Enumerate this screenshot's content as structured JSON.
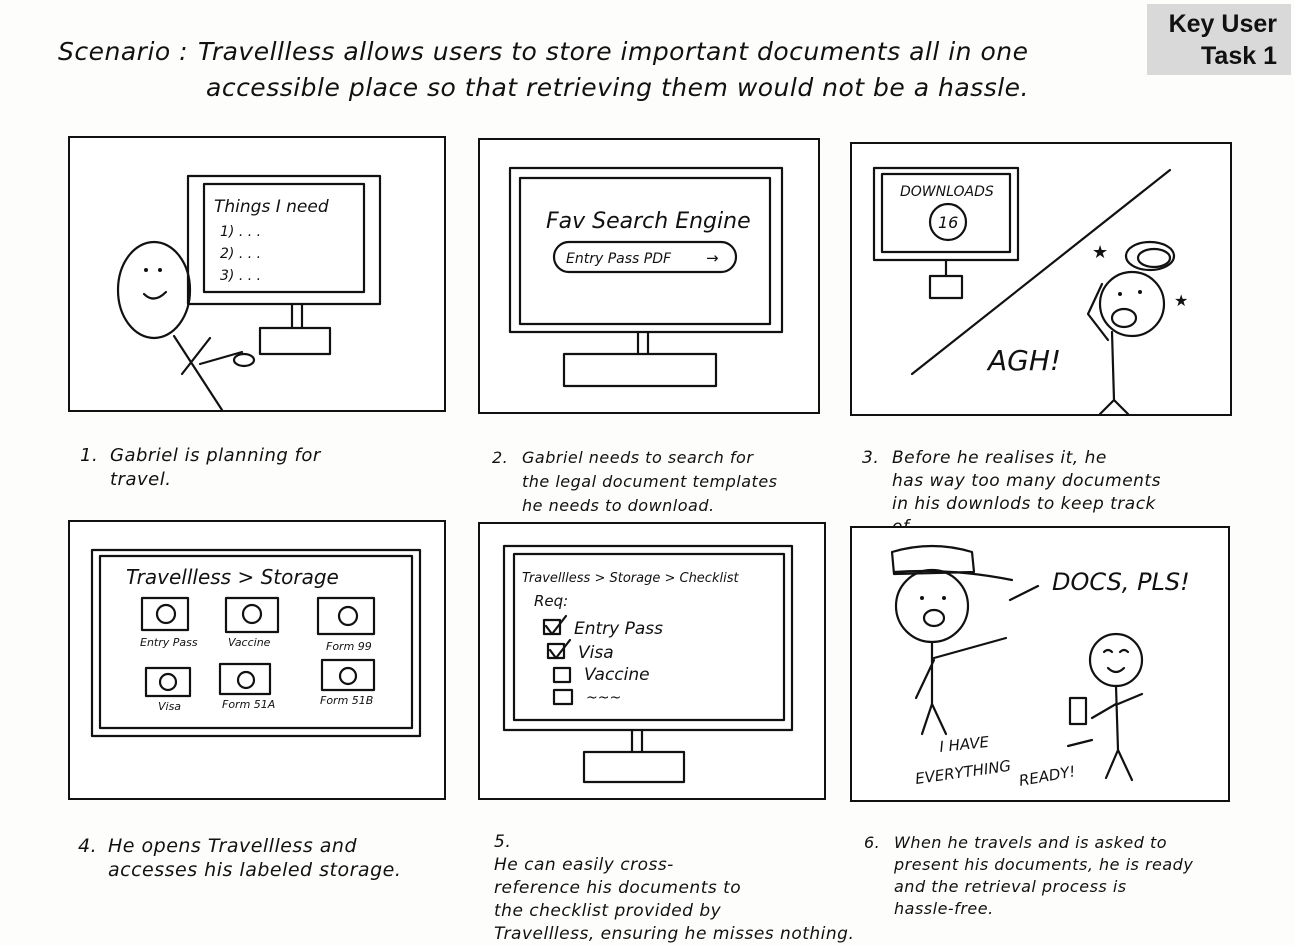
{
  "badge": {
    "line1": "Key User",
    "line2": "Task 1"
  },
  "scenario": {
    "label": "Scenario :",
    "line1": "Travellless allows users to store important documents all in one",
    "line2": "accessible place so that retrieving them would not be a hassle."
  },
  "panels": [
    {
      "number": "1.",
      "caption": "Gabriel is planning for\ntravel.",
      "screen": {
        "title": "Things I need",
        "items": [
          "1) . . .",
          "2) . . .",
          "3) . . ."
        ]
      }
    },
    {
      "number": "2.",
      "caption": "Gabriel needs to search for\nthe legal document templates\nhe needs to download.",
      "screen": {
        "title": "Fav Search Engine",
        "search_value": "Entry Pass PDF",
        "arrow": "→"
      }
    },
    {
      "number": "3.",
      "caption": "Before he realises it, he\nhas way too many documents\nin his downlods to keep track\nof.",
      "screen": {
        "title": "DOWNLOADS",
        "count": "16",
        "exclaim": "AGH!"
      }
    },
    {
      "number": "4.",
      "caption": "He opens Travellless and\naccesses his labeled storage.",
      "screen": {
        "title": "Travellless > Storage",
        "folders": [
          "Entry Pass",
          "Vaccine",
          "Form 99",
          "Visa",
          "Form 51A",
          "Form 51B"
        ]
      }
    },
    {
      "number": "5.",
      "caption": "He can easily cross-\nreference his documents to\nthe checklist provided by\nTravellless, ensuring he misses nothing.",
      "screen": {
        "breadcrumb": "Travellless > Storage > Checklist",
        "req_label": "Req:",
        "items": [
          {
            "label": "Entry Pass",
            "checked": true
          },
          {
            "label": "Visa",
            "checked": true
          },
          {
            "label": "Vaccine",
            "checked": false
          },
          {
            "label": "~~~",
            "checked": false
          }
        ]
      }
    },
    {
      "number": "6.",
      "caption": "When he travels and is asked to\npresent his documents, he is ready\nand the retrieval process is\nhassle-free.",
      "screen": {
        "officer_speech": "DOCS, PLS!",
        "reply_line1": "I HAVE",
        "reply_line2": "EVERYTHING",
        "reply_line3": "READY!"
      }
    }
  ]
}
